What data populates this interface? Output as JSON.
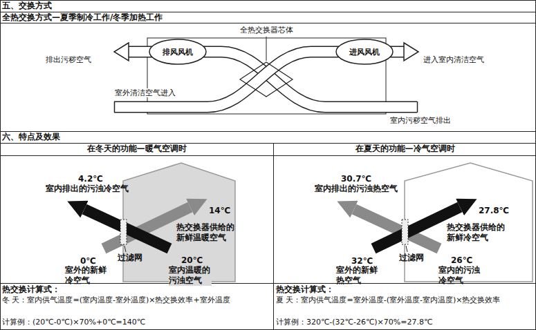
{
  "diagram": {
    "nodes": [
      {
        "text": [
          "排风风机"
        ]
      },
      {
        "text": [
          "进风风机"
        ]
      }
    ],
    "labels": [
      "五、交换方式",
      "全热交换方式—夏季制冷工作/冬季加热工作",
      "全热交换器芯体",
      "排出污秽空气",
      "进入室内清洁空气",
      "室外清洁空气进入",
      "室内污秽空气排出",
      "六、特点及效果",
      "在冬天的功能—暖气空调时",
      "在夏天的功能—冷气空调时",
      "4.2℃",
      "室内排出的污浊冷空气",
      "14℃",
      "热交换器供给的新鲜温暖空气",
      "过滤网",
      "0℃",
      "室外的新鲜冷空气",
      "20℃",
      "室内温暖的污浊空气",
      "30.7℃",
      "室内排出的污浊热空气",
      "27.8℃",
      "热交换器供给的新鲜冷空气",
      "过滤网",
      "32℃",
      "室外的新鲜热空气",
      "26℃",
      "室内的污浊冷空气",
      "热交换计算式：",
      "冬 天：室内供气温度=(室内温度-室外温度)×热交换效率+室外温度",
      "计算例：(20℃-0℃)×70%+0℃=140℃",
      "热交换计算式：",
      "夏 天：室内供气温度=室外温度-(室外温度-室内温度)×热交换效率",
      "计算例：320℃-(32℃-26℃)×70%=27.8℃"
    ]
  }
}
